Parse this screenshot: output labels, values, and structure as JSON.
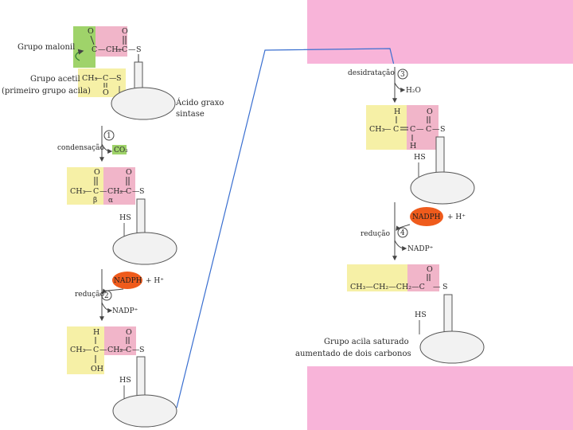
{
  "colors": {
    "pink_band": "#f8b4d9",
    "yellow_box": "#f6f0a6",
    "pink_box": "#f1b5c9",
    "green_box": "#9fd36a",
    "orange_nadph": "#ef5b1c",
    "enzyme_fill": "#f2f2f2",
    "enzyme_stroke": "#555555",
    "connector_line": "#3a6fd0"
  },
  "labels": {
    "malonil": "Grupo malonil",
    "acetil_1": "Grupo acetil",
    "acetil_2": "(primeiro grupo acila)",
    "enzyme_1": "Ácido graxo",
    "enzyme_2": "sintase",
    "final_1": "Grupo acila saturado",
    "final_2": "aumentado de dois carbonos"
  },
  "steps": {
    "s1_num": "1",
    "s1_name": "condensação",
    "s1_product": "CO₂",
    "s2_num": "2",
    "s2_name": "redução",
    "s2_cofactor_in": "NADPH",
    "s2_h": "+ H⁺",
    "s2_cofactor_out": "NADP⁺",
    "s3_num": "3",
    "s3_name": "desidratação",
    "s3_product": "H₂O",
    "s4_num": "4",
    "s4_name": "redução",
    "s4_cofactor_in": "NADPH",
    "s4_h": "+ H⁺",
    "s4_cofactor_out": "NADP⁺"
  },
  "chem": {
    "O": "O",
    "C": "C",
    "S": "S",
    "H": "H",
    "CH2": "CH₂",
    "CH3": "CH₃",
    "CH": "CH",
    "OH": "OH",
    "HS": "HS",
    "beta": "β",
    "alpha": "α",
    "dash": "—",
    "final_chain": "CH₃—CH₂—CH₂—C"
  }
}
